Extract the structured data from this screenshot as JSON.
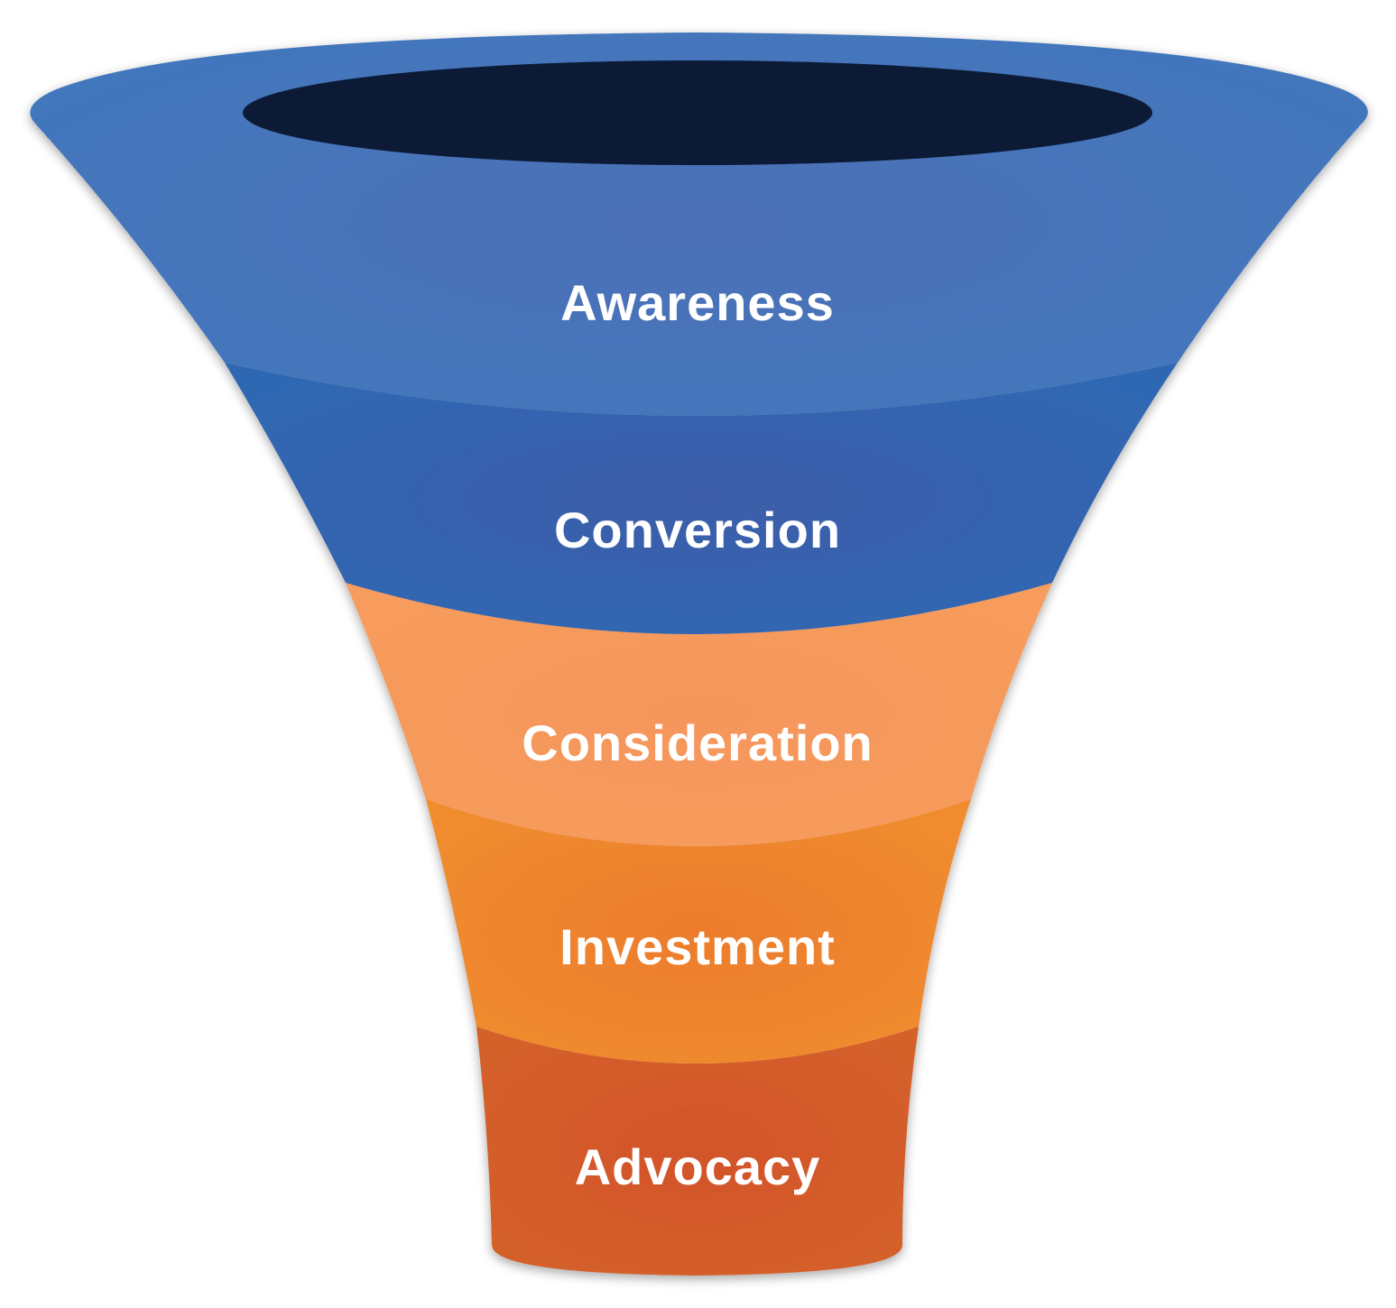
{
  "funnel": {
    "mouth_color": "#0c1a36",
    "stages": [
      {
        "id": "awareness",
        "label": "Awareness",
        "color_edge": "#4277bd",
        "color_center": "#4c70b6"
      },
      {
        "id": "conversion",
        "label": "Conversion",
        "color_edge": "#2f68b3",
        "color_center": "#3d5da9"
      },
      {
        "id": "consideration",
        "label": "Consideration",
        "color_edge": "#f79c5c",
        "color_center": "#f5965d"
      },
      {
        "id": "investment",
        "label": "Investment",
        "color_edge": "#f08c2f",
        "color_center": "#ec7c2c"
      },
      {
        "id": "advocacy",
        "label": "Advocacy",
        "color_edge": "#d4602b",
        "color_center": "#d3542a"
      }
    ]
  }
}
